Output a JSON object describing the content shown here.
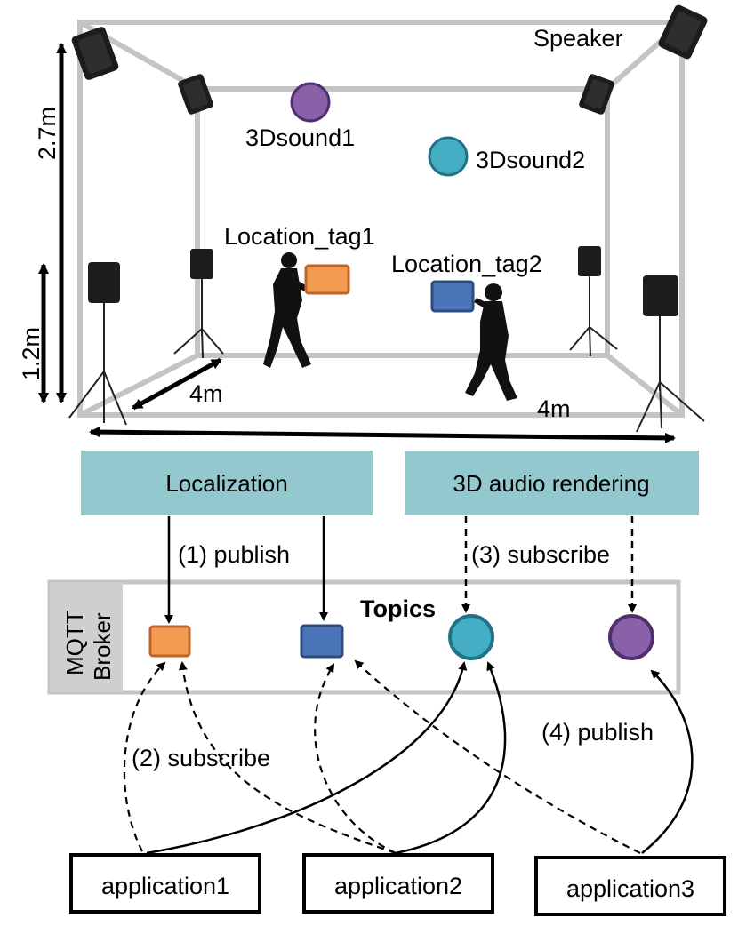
{
  "room": {
    "speaker_label": "Speaker",
    "sound1_label": "3Dsound1",
    "sound2_label": "3Dsound2",
    "tag1_label": "Location_tag1",
    "tag2_label": "Location_tag2",
    "height_total": "2.7m",
    "height_speaker": "1.2m",
    "depth": "4m",
    "width": "4m"
  },
  "modules": {
    "localization": "Localization",
    "rendering": "3D audio rendering"
  },
  "flows": {
    "publish1": "(1) publish",
    "subscribe2": "(2) subscribe",
    "subscribe3": "(3) subscribe",
    "publish4": "(4) publish"
  },
  "broker": {
    "name_line1": "MQTT",
    "name_line2": "Broker",
    "topics_label": "Topics"
  },
  "applications": [
    "application1",
    "application2",
    "application3"
  ],
  "colors": {
    "frame": "#c4c4c4",
    "module_fill": "#92c8ce",
    "broker_side": "#cfcfcf",
    "tag1_orange": "#f49b52",
    "tag1_border": "#c0652a",
    "tag2_blue": "#4a75b8",
    "tag2_border": "#2e4c7c",
    "sound1_purple": "#8a60a8",
    "sound1_border": "#4f2f6e",
    "sound2_teal": "#45aec4",
    "sound2_border": "#1f7288"
  },
  "icons": [
    "speaker-icon",
    "tripod-icon",
    "person-silhouette-icon",
    "arrowhead-icon"
  ]
}
